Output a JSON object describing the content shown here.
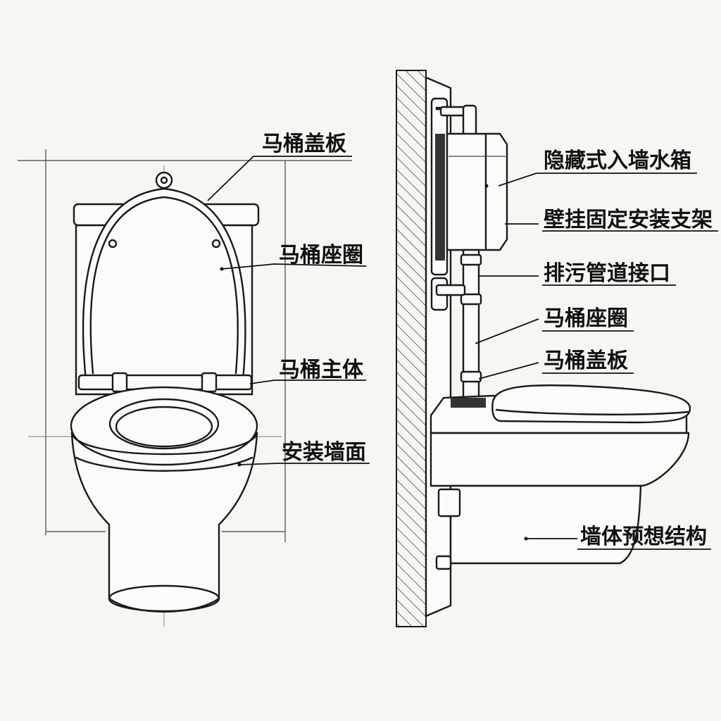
{
  "left_labels": {
    "lid": "马桶盖板",
    "seat": "马桶座圈",
    "body": "马桶主体",
    "wall": "安装墙面"
  },
  "right_labels": {
    "tank": "隐藏式入墙水箱",
    "bracket": "壁挂固定安装支架",
    "drain": "排污管道接口",
    "seat": "马桶座圈",
    "lid": "马桶盖板",
    "structure": "墙体预想结构"
  },
  "colors": {
    "ink": "#1a1a1a",
    "paper": "#f7f6f2"
  }
}
